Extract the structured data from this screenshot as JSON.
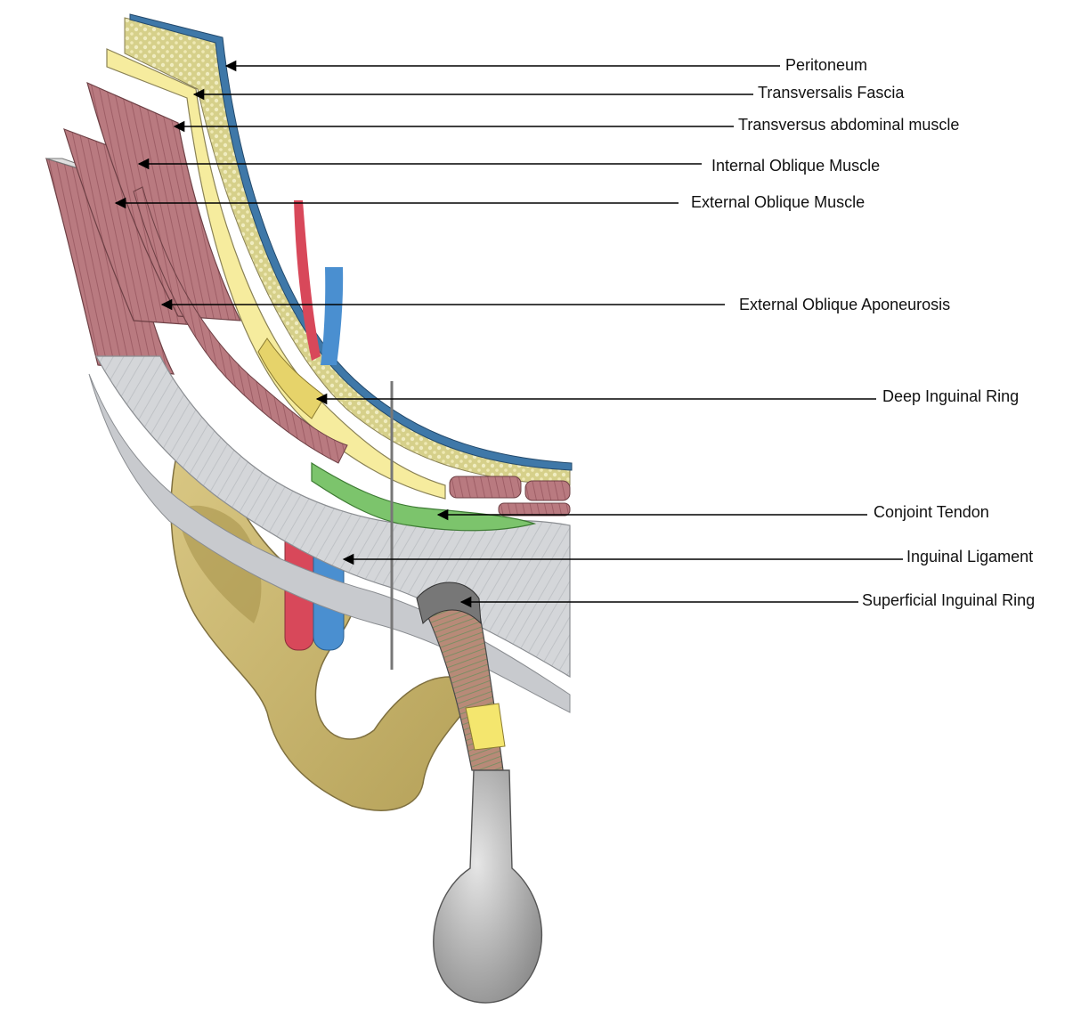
{
  "labels": {
    "peritoneum": "Peritoneum",
    "transversalis_fascia": "Transversalis Fascia",
    "transversus_abdominal_muscle": "Transversus abdominal muscle",
    "internal_oblique_muscle": "Internal Oblique Muscle",
    "external_oblique_muscle": "External Oblique Muscle",
    "external_oblique_aponeurosis": "External Oblique Aponeurosis",
    "deep_inguinal_ring": "Deep Inguinal Ring",
    "conjoint_tendon": "Conjoint Tendon",
    "inguinal_ligament": "Inguinal Ligament",
    "superficial_inguinal_ring": "Superficial Inguinal Ring"
  },
  "colors": {
    "peritoneum": "#3f78a8",
    "fat": "#d9d48a",
    "transversalis_fascia": "#f6ec9e",
    "muscle": "#b97a80",
    "aponeurosis": "#d3d5d8",
    "conjoint_tendon": "#7cc46c",
    "bone": "#c9b66d",
    "artery": "#d8485a",
    "vein": "#4a8fd0",
    "cord_sheath": "#9b9b9b",
    "testis": "#a9a9a9"
  }
}
